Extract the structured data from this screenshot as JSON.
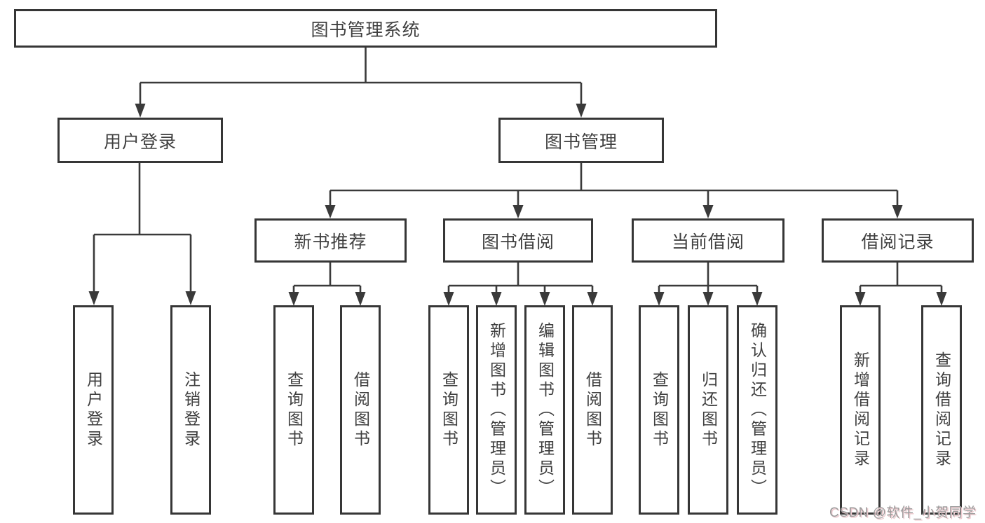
{
  "diagram": {
    "root": {
      "label": "图书管理系统"
    },
    "level2": [
      {
        "label": "用户登录"
      },
      {
        "label": "图书管理"
      }
    ],
    "level3": [
      {
        "label": "新书推荐"
      },
      {
        "label": "图书借阅"
      },
      {
        "label": "当前借阅"
      },
      {
        "label": "借阅记录"
      }
    ],
    "leaves": [
      {
        "label": "用户登录"
      },
      {
        "label": "注销登录"
      },
      {
        "label": "查询图书"
      },
      {
        "label": "借阅图书"
      },
      {
        "label": "查询图书"
      },
      {
        "label": "新增图书（管理员）"
      },
      {
        "label": "编辑图书（管理员）"
      },
      {
        "label": "借阅图书"
      },
      {
        "label": "查询图书"
      },
      {
        "label": "归还图书"
      },
      {
        "label": "确认归还（管理员）"
      },
      {
        "label": "新增借阅记录"
      },
      {
        "label": "查询借阅记录"
      }
    ],
    "watermark": "CSDN @软件_小贺同学",
    "colors": {
      "line": "#3a3a3a",
      "border": "#363636",
      "text": "#3f3f3f",
      "background": "#ffffff",
      "watermark_text": "#9c9c9c",
      "watermark_shadow": "#edc9ce"
    }
  }
}
